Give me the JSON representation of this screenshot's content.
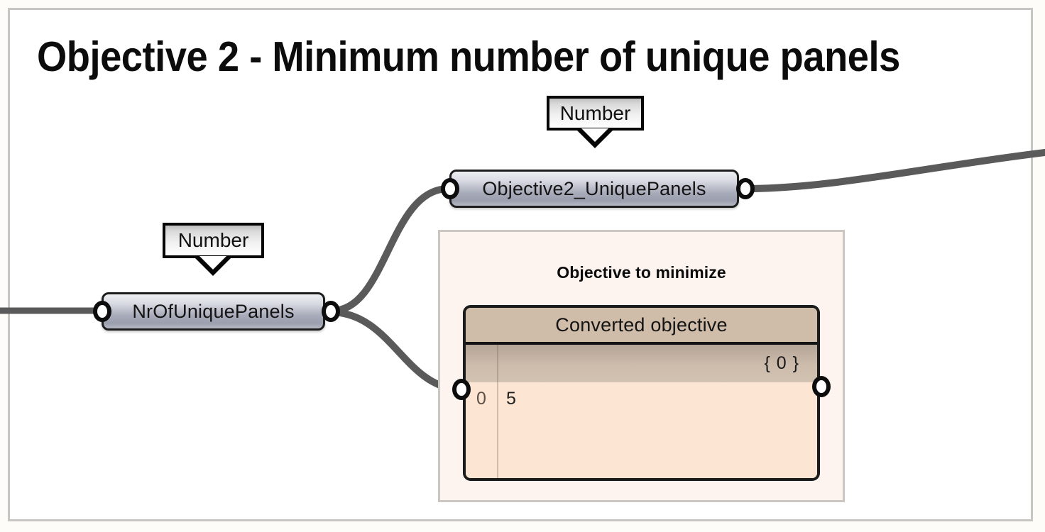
{
  "page": {
    "title": "Objective 2 - Minimum number of unique panels",
    "background_color": "#fdfcf8",
    "frame_border_color": "#c8c6c2"
  },
  "callouts": [
    {
      "name": "number-tooltip-top",
      "label": "Number"
    },
    {
      "name": "number-tooltip-bottom",
      "label": "Number"
    }
  ],
  "nodes": [
    {
      "name": "objective2-unique-panels",
      "label": "Objective2_UniquePanels",
      "kind": "number-parameter"
    },
    {
      "name": "nr-of-unique-panels",
      "label": "NrOfUniquePanels",
      "kind": "number-parameter"
    }
  ],
  "group": {
    "heading": "Objective to minimize",
    "background_color": "#fdf3ef",
    "border_color": "#cac7c3"
  },
  "panel": {
    "header": "Converted objective",
    "header_color": "#cfbda9",
    "body_color": "#fce6d3",
    "branch_path": "{ 0 }",
    "rows": [
      {
        "index": "0",
        "value": "5"
      }
    ]
  },
  "wires": {
    "color": "#5a5a5a",
    "width": 9
  }
}
